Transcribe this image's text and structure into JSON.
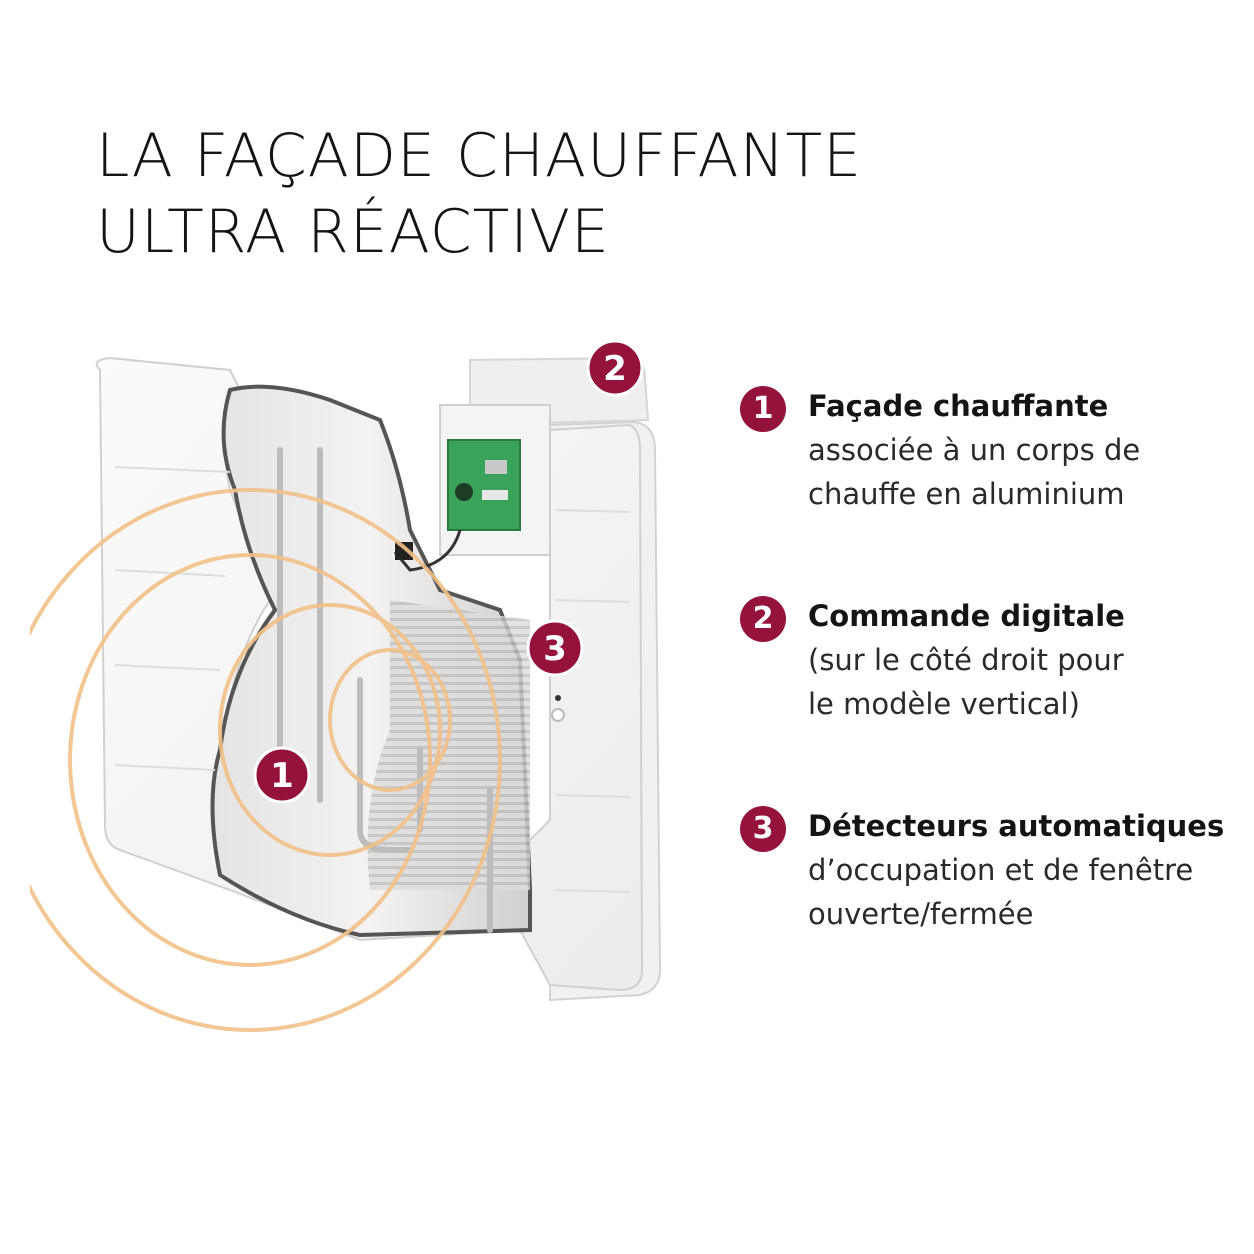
{
  "title": {
    "line1": "LA FAÇADE CHAUFFANTE",
    "line2": "ULTRA RÉACTIVE"
  },
  "colors": {
    "accent": "#95123a",
    "heat_ring": "#f2c089",
    "panel": "#f7f7f7",
    "pcb": "#3aa35a"
  },
  "illustration": {
    "badges": [
      "1",
      "2",
      "3"
    ]
  },
  "legend": [
    {
      "number": "1",
      "heading": "Façade chauffante",
      "lines": [
        "associée à un corps de",
        "chauffe en aluminium"
      ]
    },
    {
      "number": "2",
      "heading": "Commande digitale",
      "lines": [
        "(sur le côté droit pour",
        "le modèle vertical)"
      ]
    },
    {
      "number": "3",
      "heading": "Détecteurs automatiques",
      "lines": [
        "d’occupation et de fenêtre",
        "ouverte/fermée"
      ]
    }
  ]
}
